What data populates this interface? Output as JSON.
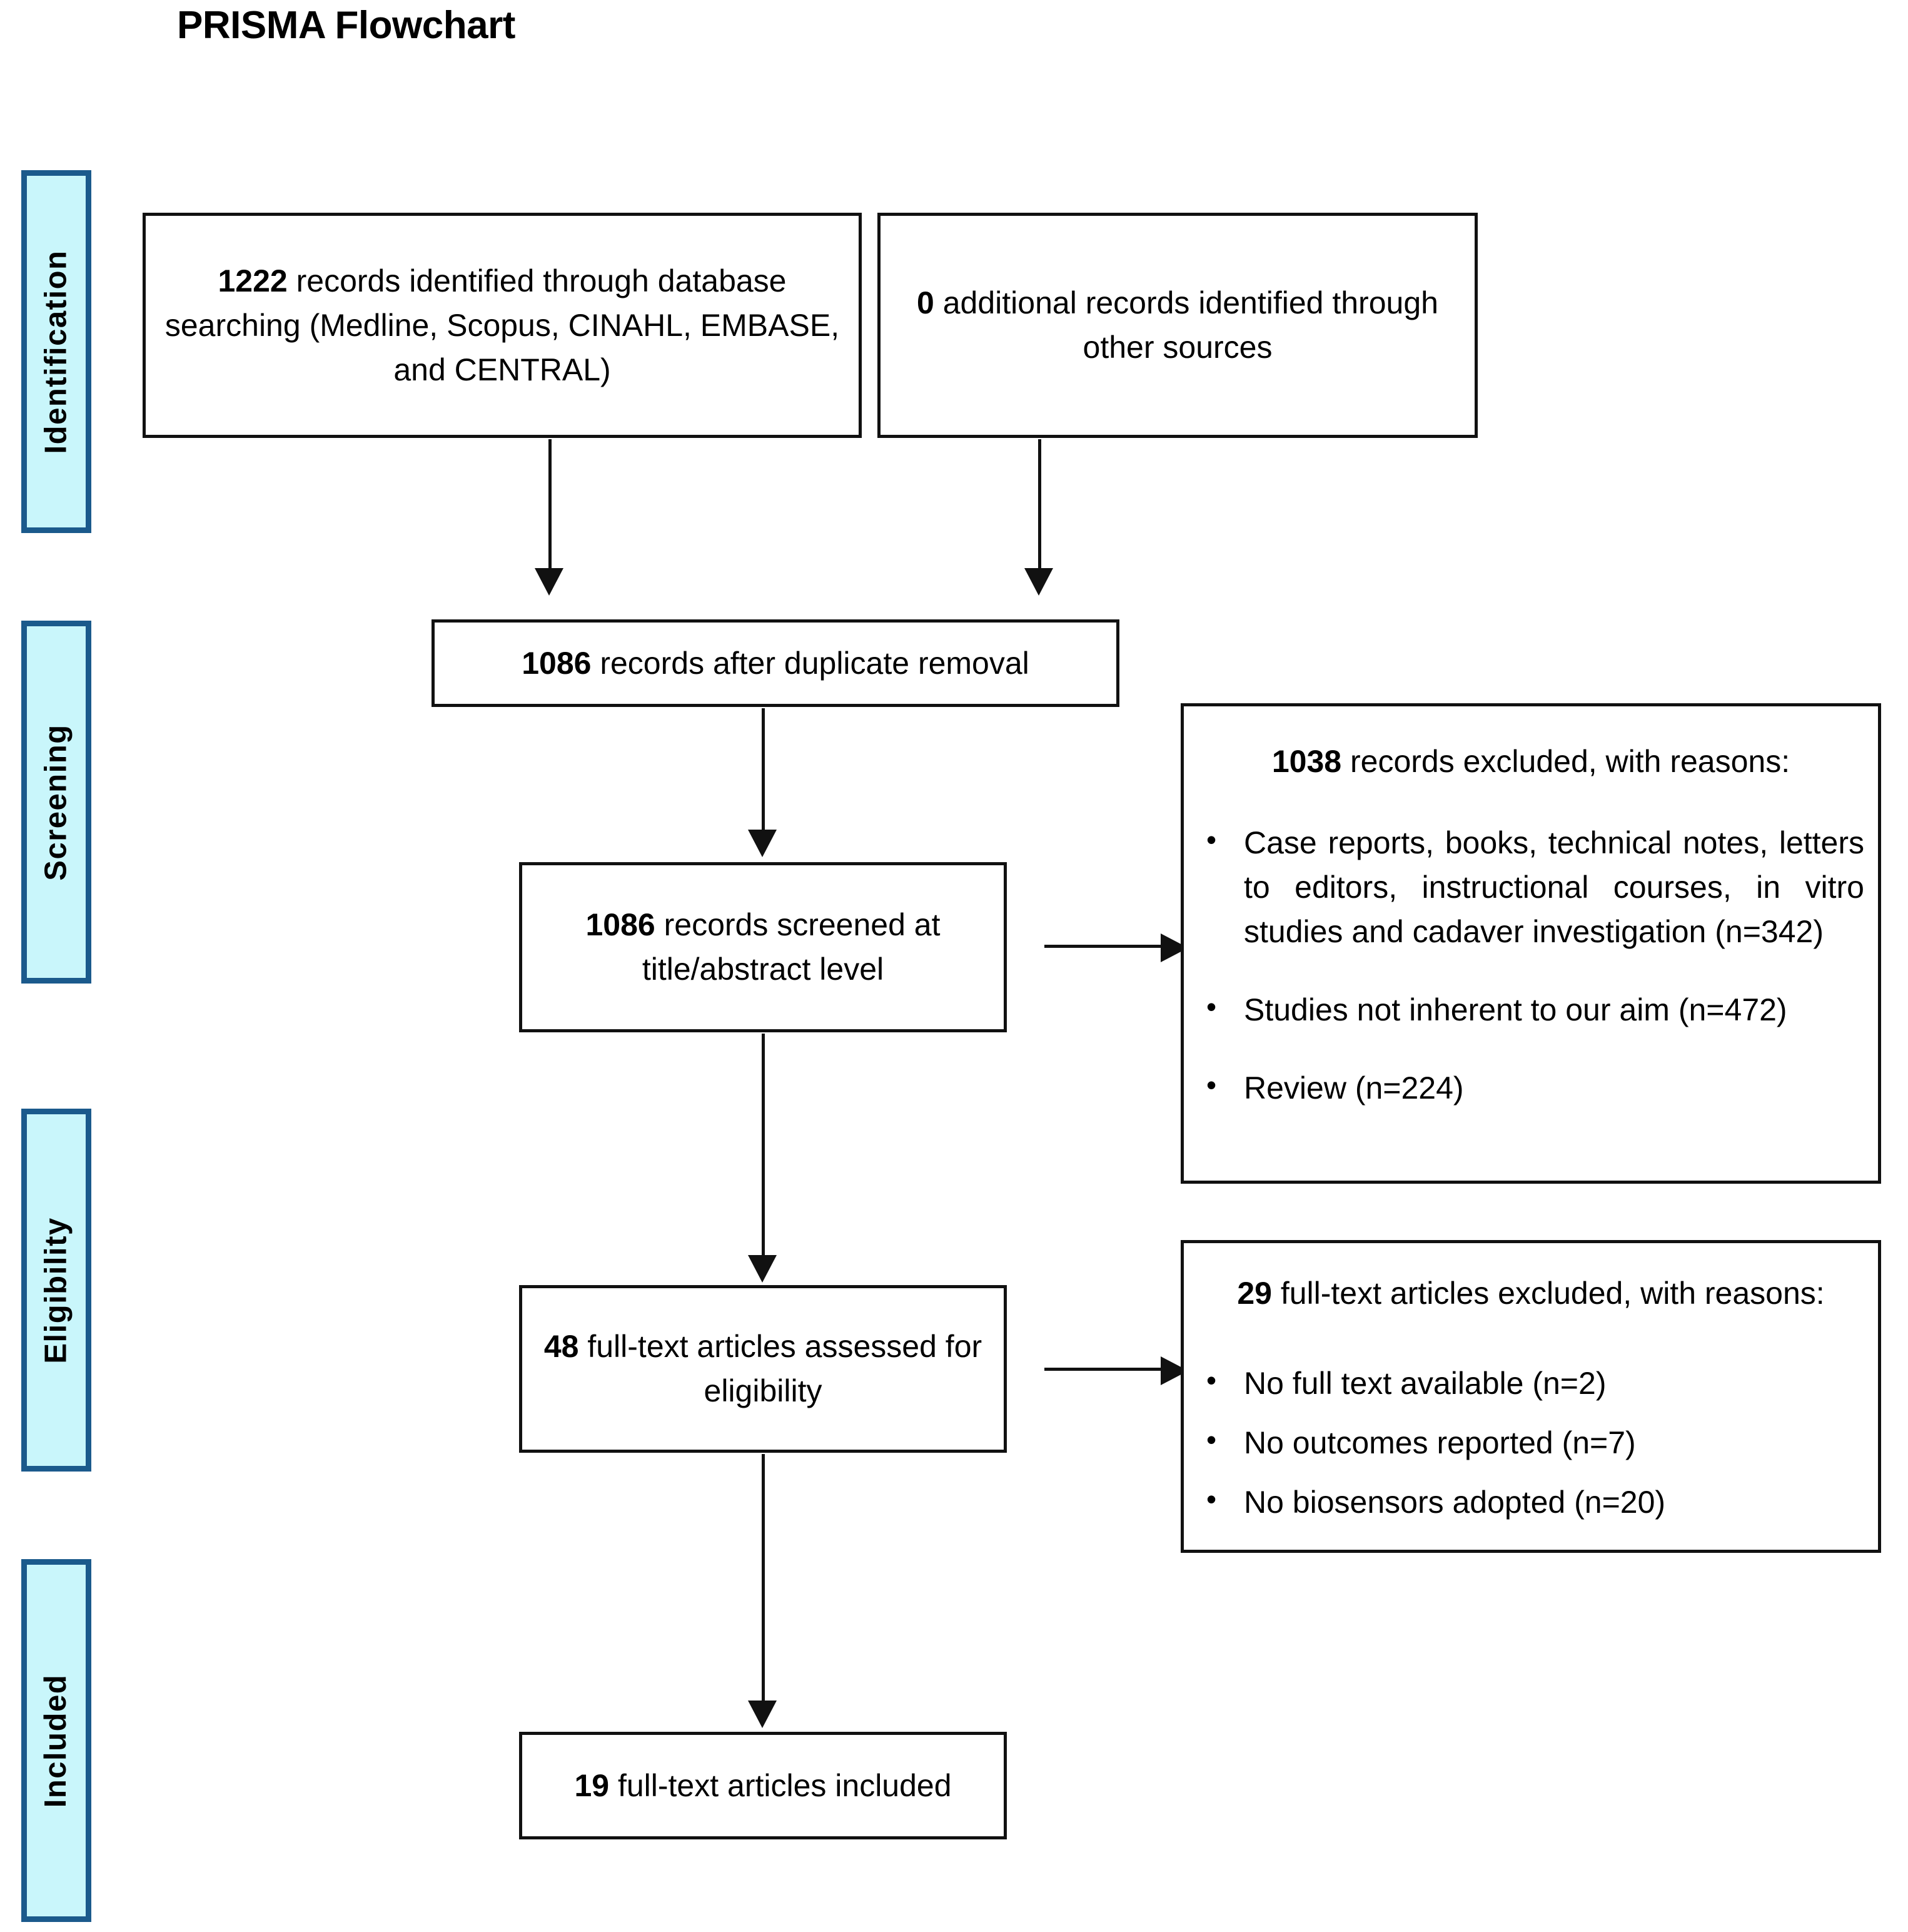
{
  "title": "PRISMA Flowchart",
  "colors": {
    "phase_fill": "#C9F6FB",
    "phase_border": "#1B5A8C",
    "box_border": "#111111",
    "text": "#000000",
    "background": "#FFFFFF"
  },
  "phases": [
    {
      "id": "identification",
      "label": "Identification"
    },
    {
      "id": "screening",
      "label": "Screening"
    },
    {
      "id": "eligibility",
      "label": "Eligibility"
    },
    {
      "id": "included",
      "label": "Included"
    }
  ],
  "boxes": {
    "database_records": {
      "count": "1222",
      "text": " records identified through database searching (Medline, Scopus, CINAHL, EMBASE, and CENTRAL)"
    },
    "other_records": {
      "count": "0",
      "text": " additional records identified through other sources"
    },
    "after_duplicates": {
      "count": "1086",
      "text": " records after duplicate removal"
    },
    "screened": {
      "count": "1086",
      "text": " records screened at title/abstract level"
    },
    "records_excluded": {
      "count": "1038",
      "heading": " records excluded, with reasons:",
      "reasons": [
        "Case reports, books, technical notes, letters to editors, instructional courses, in vitro studies and cadaver investigation (n=342)",
        "Studies not inherent to our aim (n=472)",
        "Review (n=224)"
      ]
    },
    "fulltext_assessed": {
      "count": "48",
      "text": " full-text articles assessed for eligibility"
    },
    "fulltext_excluded": {
      "count": "29",
      "heading": " full-text articles excluded, with reasons:",
      "reasons": [
        "No full text available (n=2)",
        "No outcomes reported (n=7)",
        "No biosensors adopted (n=20)"
      ]
    },
    "included_final": {
      "count": "19",
      "text": " full-text articles included"
    }
  }
}
